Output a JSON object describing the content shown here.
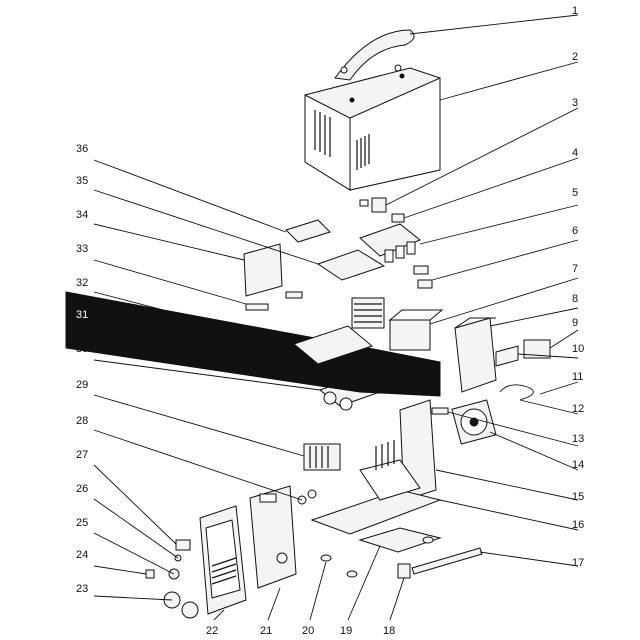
{
  "diagram": {
    "callouts": [
      "1",
      "2",
      "3",
      "4",
      "5",
      "6",
      "7",
      "8",
      "9",
      "10",
      "11",
      "12",
      "13",
      "14",
      "15",
      "16",
      "17",
      "18",
      "19",
      "20",
      "21",
      "22",
      "23",
      "24",
      "25",
      "26",
      "27",
      "28",
      "29",
      "30",
      "31",
      "32",
      "33",
      "34",
      "35",
      "36"
    ]
  },
  "colors": {
    "line": "#111111",
    "fill": "#f4f4f4",
    "background": "#ffffff"
  }
}
